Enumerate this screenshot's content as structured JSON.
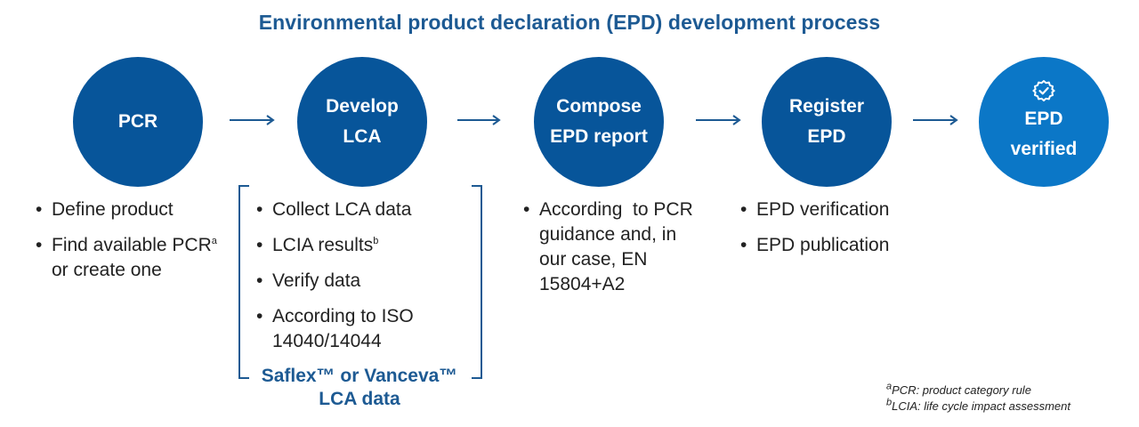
{
  "title": "Environmental product declaration (EPD) development process",
  "steps": [
    {
      "line1": "PCR",
      "line2": ""
    },
    {
      "line1": "Develop",
      "line2": "LCA"
    },
    {
      "line1": "Compose",
      "line2": "EPD report"
    },
    {
      "line1": "Register",
      "line2": "EPD"
    },
    {
      "line1": "EPD",
      "line2": "verified",
      "icon": "check-badge-icon"
    }
  ],
  "bullets": {
    "pcr": [
      {
        "text": "Define product"
      },
      {
        "pre": "Find available PCR",
        "sup": "a",
        "post": " or create one"
      }
    ],
    "lca": [
      {
        "text": "Collect LCA data"
      },
      {
        "pre": "LCIA results",
        "sup": "b",
        "post": ""
      },
      {
        "text": "Verify data"
      },
      {
        "text": "According to ISO 14040/14044"
      }
    ],
    "compose": [
      {
        "text": "According  to PCR guidance and, in our case, EN 15804+A2"
      }
    ],
    "register": [
      {
        "text": "EPD verification"
      },
      {
        "text": "EPD publication"
      }
    ]
  },
  "lca_source": {
    "line1": "Saflex™ or Vanceva™",
    "line2": "LCA data"
  },
  "footnotes": [
    {
      "mark": "a",
      "text": "PCR: product category rule"
    },
    {
      "mark": "b",
      "text": "LCIA: life cycle impact assessment"
    }
  ],
  "colors": {
    "step_fill": "#07559a",
    "final_fill": "#0b77c7",
    "accent_text": "#1d5a93"
  }
}
